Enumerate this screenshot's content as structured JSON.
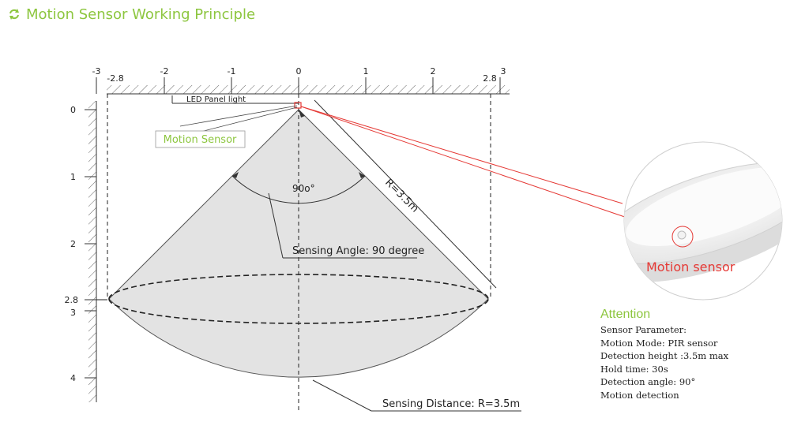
{
  "header": {
    "title": "Motion Sensor Working Principle",
    "icon": "refresh-arrow-icon"
  },
  "axes": {
    "x_ticks": [
      "-3",
      "-2",
      "-1",
      "0",
      "1",
      "2",
      "3"
    ],
    "x_marks": [
      "-2.8",
      "2.8"
    ],
    "y_ticks": [
      "0",
      "1",
      "2",
      "3",
      "4"
    ],
    "y_marks": [
      "2.8"
    ]
  },
  "labels": {
    "led_panel": "LED Panel light",
    "motion_sensor": "Motion Sensor",
    "angle": "90o°",
    "radius": "R=3.5m",
    "sensing_angle": "Sensing Angle: 90 degree",
    "sensing_distance": "Sensing Distance: R=3.5m"
  },
  "inset": {
    "label": "Motion sensor"
  },
  "attention": {
    "title": "Attention",
    "lines": [
      "Sensor Parameter:",
      "Motion Mode: PIR sensor",
      "Detection height :3.5m max",
      "Hold time: 30s",
      "Detection angle: 90°",
      "Motion detection"
    ]
  },
  "colors": {
    "accent": "#8dc63f",
    "callout": "#e53935",
    "cone_fill": "#e3e3e3"
  }
}
